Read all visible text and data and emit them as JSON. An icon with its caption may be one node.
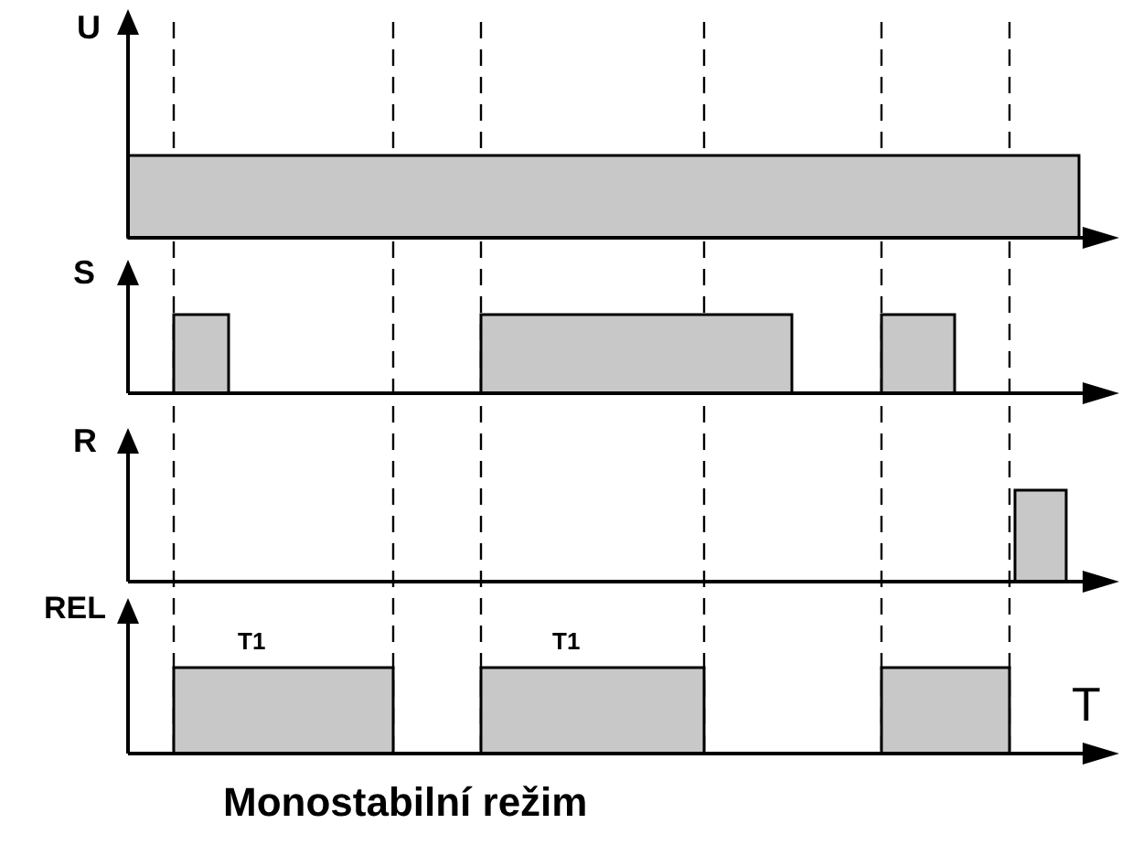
{
  "diagram": {
    "caption": "Monostabilní režim",
    "labels": [
      "U",
      "S",
      "R",
      "REL",
      "T1",
      "T1",
      "T"
    ]
  }
}
